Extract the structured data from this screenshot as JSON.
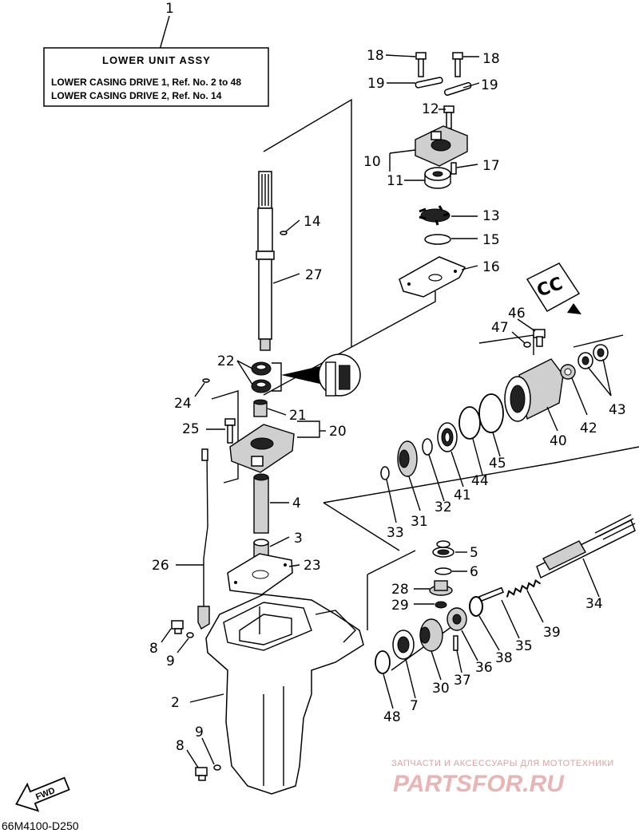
{
  "title_box": {
    "ref": "1",
    "title": "LOWER UNIT  ASSY",
    "line1": "LOWER CASING DRIVE 1,  Ref. No. 2 to 48",
    "line2": "LOWER CASING DRIVE 2,  Ref. No. 14"
  },
  "callouts": [
    "18",
    "18",
    "19",
    "19",
    "12",
    "10",
    "11",
    "17",
    "13",
    "15",
    "16",
    "14",
    "27",
    "22",
    "24",
    "21",
    "20",
    "25",
    "4",
    "3",
    "23",
    "26",
    "8",
    "9",
    "2",
    "9",
    "8",
    "46",
    "47",
    "40",
    "42",
    "43",
    "45",
    "44",
    "41",
    "32",
    "31",
    "33",
    "5",
    "6",
    "28",
    "29",
    "34",
    "39",
    "35",
    "38",
    "36",
    "37",
    "30",
    "7",
    "48"
  ],
  "inset_label": "CC",
  "fwd_label": "FWD",
  "drawing_code": "66M4100-D250",
  "watermark": {
    "top": "ЗАПЧАСТИ И АКСЕССУАРЫ ДЛЯ МОТОТЕХНИКИ",
    "logo": "PARTSFOR.RU"
  }
}
